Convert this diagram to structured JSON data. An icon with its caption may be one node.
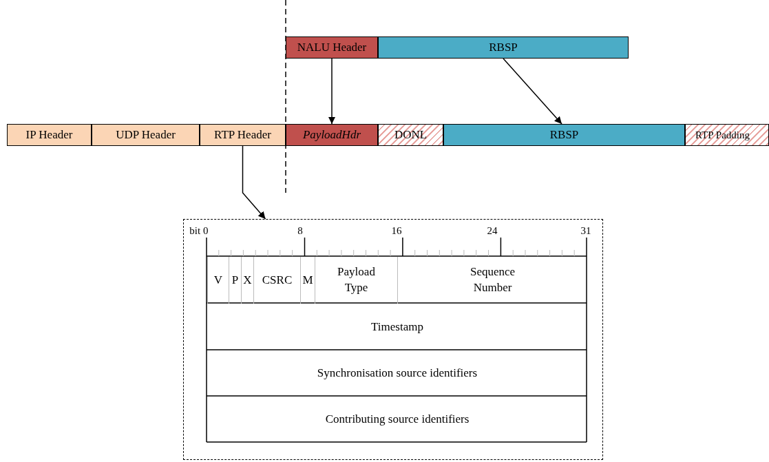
{
  "diagram": {
    "nodes": [
      {
        "text": [
          "NALU Header"
        ]
      },
      {
        "text": [
          "RBSP"
        ]
      },
      {
        "text": [
          "IP Header"
        ]
      },
      {
        "text": [
          "UDP Header"
        ]
      },
      {
        "text": [
          "RTP Header"
        ]
      },
      {
        "text": [
          "PayloadHdr"
        ]
      },
      {
        "text": [
          "DONL"
        ]
      },
      {
        "text": [
          "RBSP"
        ]
      },
      {
        "text": [
          "RTP Padding"
        ]
      },
      {
        "text": [],
        "shape": "box"
      },
      {
        "text": [
          "V"
        ],
        "in": 9
      },
      {
        "text": [
          "P"
        ],
        "in": 9
      },
      {
        "text": [
          "X"
        ],
        "in": 9
      },
      {
        "text": [
          "CSRC"
        ],
        "in": 9
      },
      {
        "text": [
          "M"
        ],
        "in": 9
      },
      {
        "text": [
          "Payload Type"
        ],
        "in": 9
      },
      {
        "text": [
          "Sequence Number"
        ],
        "in": 9
      },
      {
        "text": [
          "Timestamp"
        ],
        "in": 9
      },
      {
        "text": [
          "Synchronisation source identifiers"
        ],
        "in": 9
      },
      {
        "text": [
          "Contributing source identifiers"
        ],
        "in": 9
      }
    ],
    "edges": [
      {
        "from": 0,
        "to": 5,
        "arrow": "to"
      },
      {
        "from": 1,
        "to": 7,
        "arrow": "to"
      },
      {
        "from": 4,
        "to": 9,
        "arrow": "to"
      }
    ],
    "labels": [
      "bit 0",
      "8",
      "16",
      "24",
      "31"
    ]
  }
}
